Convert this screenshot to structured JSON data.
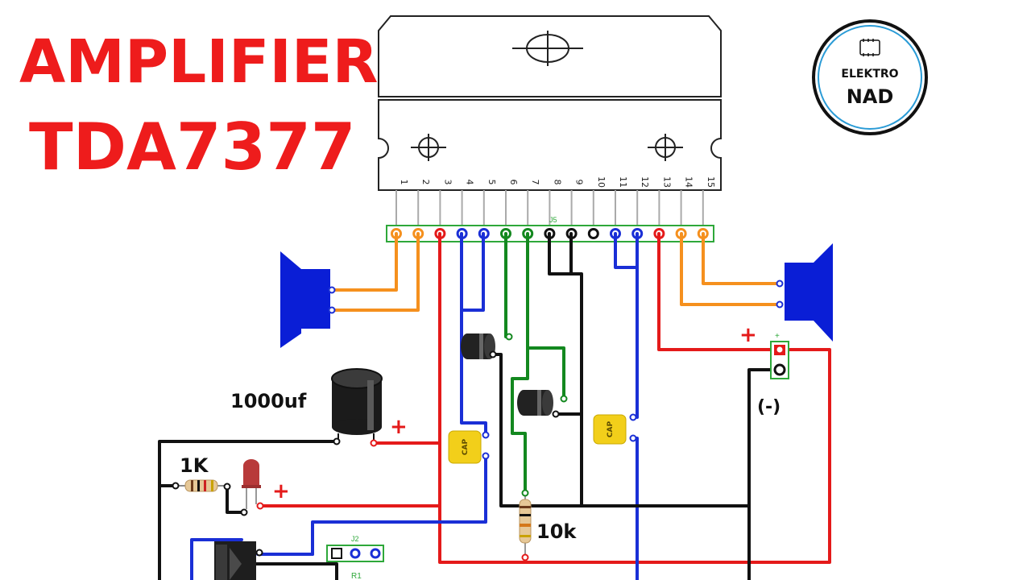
{
  "title": {
    "line1": "AMPLIFIER",
    "line2": "TDA7377"
  },
  "logo": {
    "top": "ELEKTRO",
    "bottom": "NAD"
  },
  "ic": {
    "pins": [
      "1",
      "2",
      "3",
      "4",
      "5",
      "6",
      "7",
      "8",
      "9",
      "10",
      "11",
      "12",
      "13",
      "14",
      "15"
    ],
    "pin_colors": [
      "#f5901e",
      "#f5901e",
      "#e41a1a",
      "#1a2fd6",
      "#1a2fd6",
      "#13881f",
      "#13881f",
      "#111111",
      "#111111",
      "#111111",
      "#1a2fd6",
      "#1a2fd6",
      "#e41a1a",
      "#f5901e",
      "#f5901e"
    ],
    "header_label": "J5"
  },
  "labels": {
    "cap_1000": "1000uf",
    "res_1k": "1K",
    "res_10k": "10k",
    "minus": "(-)",
    "plus": "+",
    "cap_small": "CAP",
    "r1": "R1",
    "j_small": "J2"
  },
  "colors": {
    "red": "#e41a1a",
    "blue": "#1a2fd6",
    "green": "#13881f",
    "black": "#111111",
    "orange": "#f5901e",
    "speaker": "#0a1ed6",
    "title": "#ee1c1c"
  }
}
